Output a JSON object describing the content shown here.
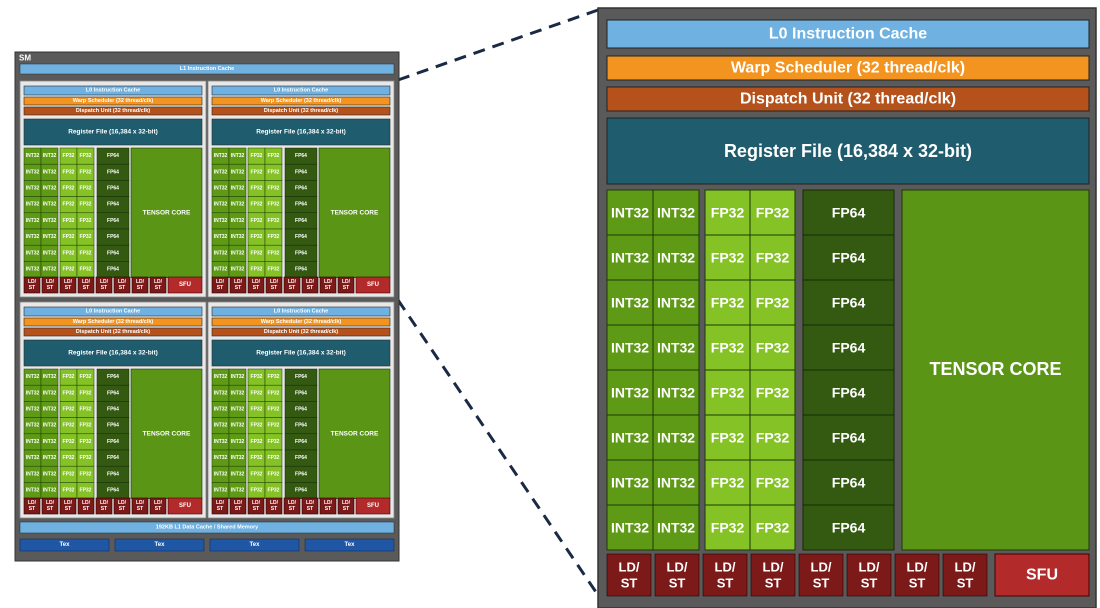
{
  "sm_label": "SM",
  "l1_instruction_cache": "L1 Instruction Cache",
  "l0_instruction_cache": "L0 Instruction Cache",
  "warp_scheduler": "Warp Scheduler (32 thread/clk)",
  "dispatch_unit": "Dispatch Unit (32 thread/clk)",
  "register_file": "Register File (16,384 x 32-bit)",
  "int32": "INT32",
  "fp32": "FP32",
  "fp64": "FP64",
  "tensor_core": "TENSOR CORE",
  "ld_st_top": "LD/",
  "ld_st_bottom": "ST",
  "sfu": "SFU",
  "l1_data_cache": "192KB L1 Data Cache / Shared Memory",
  "tex": "Tex",
  "counts": {
    "sub_partitions": 4,
    "core_rows": 8,
    "ld_st_units": 8,
    "tex_units": 4
  },
  "colors": {
    "frame": "#5a5a5a",
    "background": "#e8e8e8",
    "cache": "#6fb1e0",
    "warp": "#f39420",
    "dispatch": "#b5511a",
    "register": "#1f5c6e",
    "int32": "#5e9a16",
    "fp32": "#84c225",
    "fp64": "#345a12",
    "tensor": "#5a9516",
    "ldst": "#7c1a1a",
    "sfu": "#b22a2a",
    "tex": "#2057a5"
  }
}
